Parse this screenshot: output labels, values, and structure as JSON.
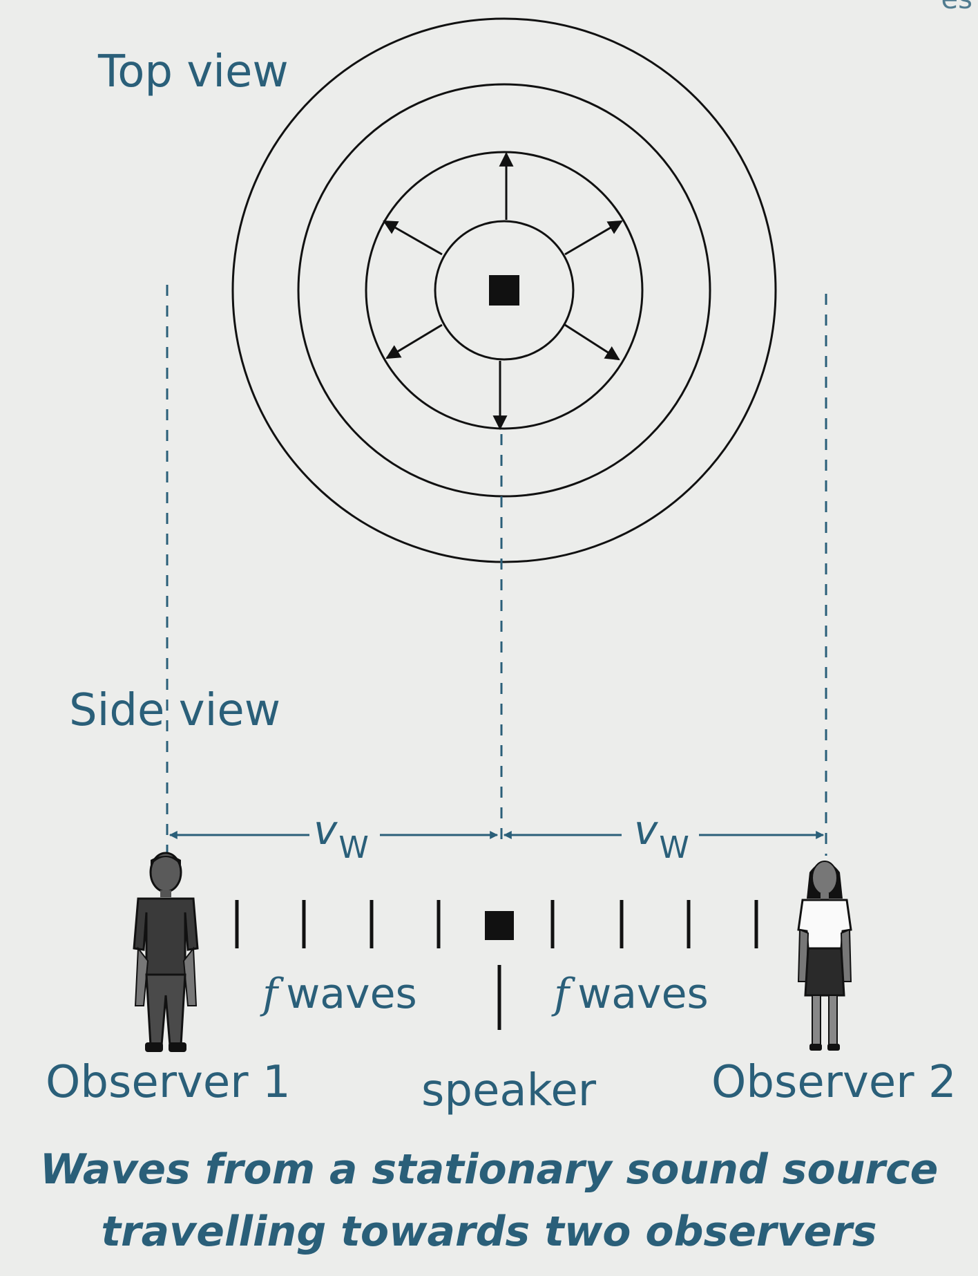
{
  "labels": {
    "top_view": "Top view",
    "side_view": "Side view",
    "v_main": "v",
    "v_sub": "W",
    "f": "f",
    "waves": "waves",
    "observer1": "Observer 1",
    "speaker": "speaker",
    "observer2": "Observer 2",
    "corner_fragment": "es"
  },
  "caption": {
    "line1": "Waves from a stationary sound source",
    "line2": "travelling towards two observers"
  },
  "colors": {
    "text": "#2a5f79",
    "arrow": "#2a5f79",
    "ink": "#111111",
    "background": "#ecedeb"
  },
  "icons": [
    "speaker-square-icon",
    "man-figure-icon",
    "woman-figure-icon"
  ]
}
